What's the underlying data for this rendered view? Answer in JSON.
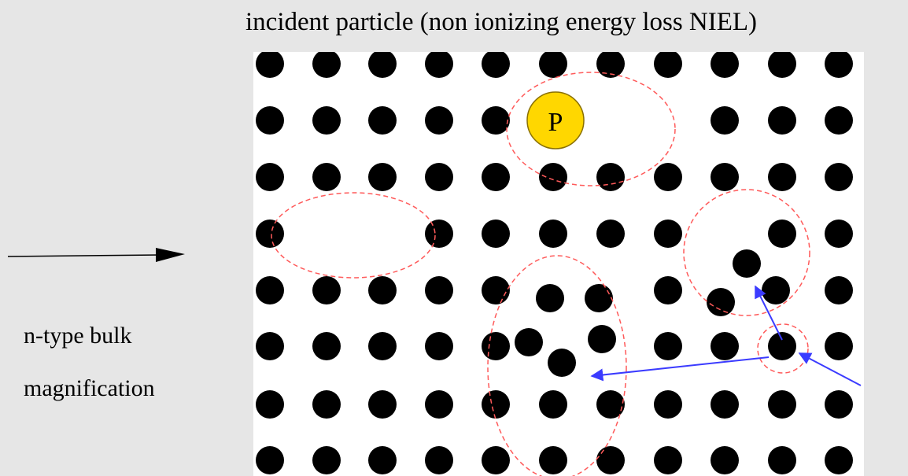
{
  "title": "incident particle (non ionizing energy loss NIEL)",
  "particle_label": "P",
  "side_labels": [
    "n-type bulk",
    "magnification"
  ],
  "colors": {
    "background": "#e6e6e6",
    "lattice_bg": "#ffffff",
    "atom": "#000000",
    "particle": "#ffd700",
    "defect_outline": "#ff5a5a",
    "trajectory": "#3b3bff"
  },
  "icons": {
    "incident_arrow": "arrow-right-icon",
    "trajectory_arrow": "arrow-icon"
  }
}
